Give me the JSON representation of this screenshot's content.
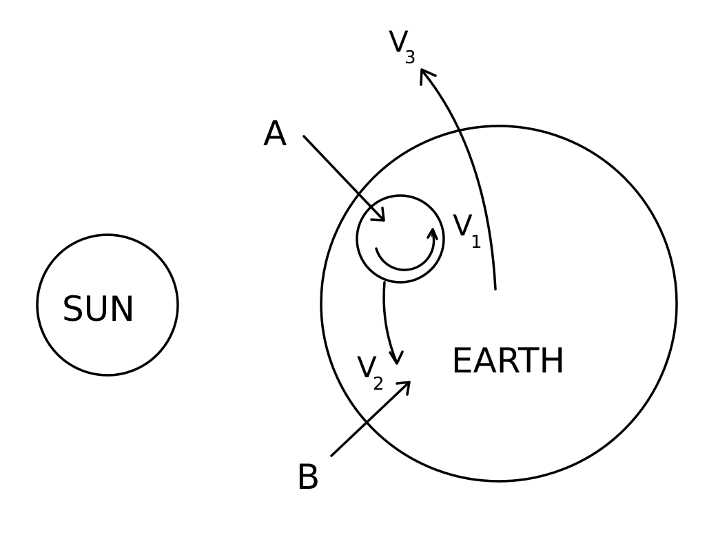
{
  "labels": {
    "sun": "SUN",
    "earth": "EARTH",
    "a": "A",
    "b": "B",
    "v1_base": "V",
    "v1_sub": "1",
    "v2_base": "V",
    "v2_sub": "2",
    "v3_base": "V",
    "v3_sub": "3"
  },
  "colors": {
    "ink": "#000000",
    "background": "#ffffff"
  }
}
